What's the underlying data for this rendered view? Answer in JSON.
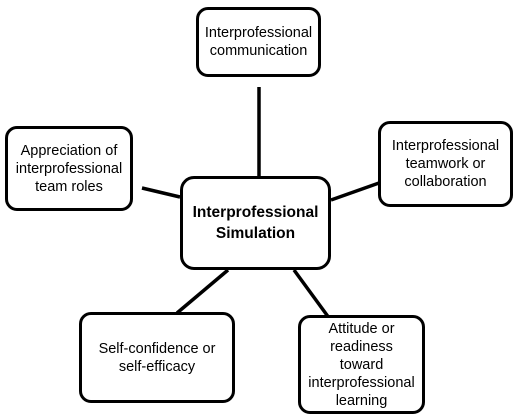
{
  "diagram": {
    "center": {
      "lines": [
        "Interprofessional",
        "Simulation"
      ]
    },
    "outcomes": {
      "top": {
        "lines": [
          "Interprofessional",
          "communication"
        ]
      },
      "left": {
        "lines": [
          "Appreciation of",
          "interprofessional",
          "team roles"
        ]
      },
      "right": {
        "lines": [
          "Interprofessional",
          "teamwork or",
          "collaboration"
        ]
      },
      "bottom_left": {
        "lines": [
          "Self-confidence or",
          "self-efficacy"
        ]
      },
      "bottom_right": {
        "lines": [
          "Attitude or",
          "readiness toward",
          "interprofessional",
          "learning"
        ]
      }
    }
  }
}
